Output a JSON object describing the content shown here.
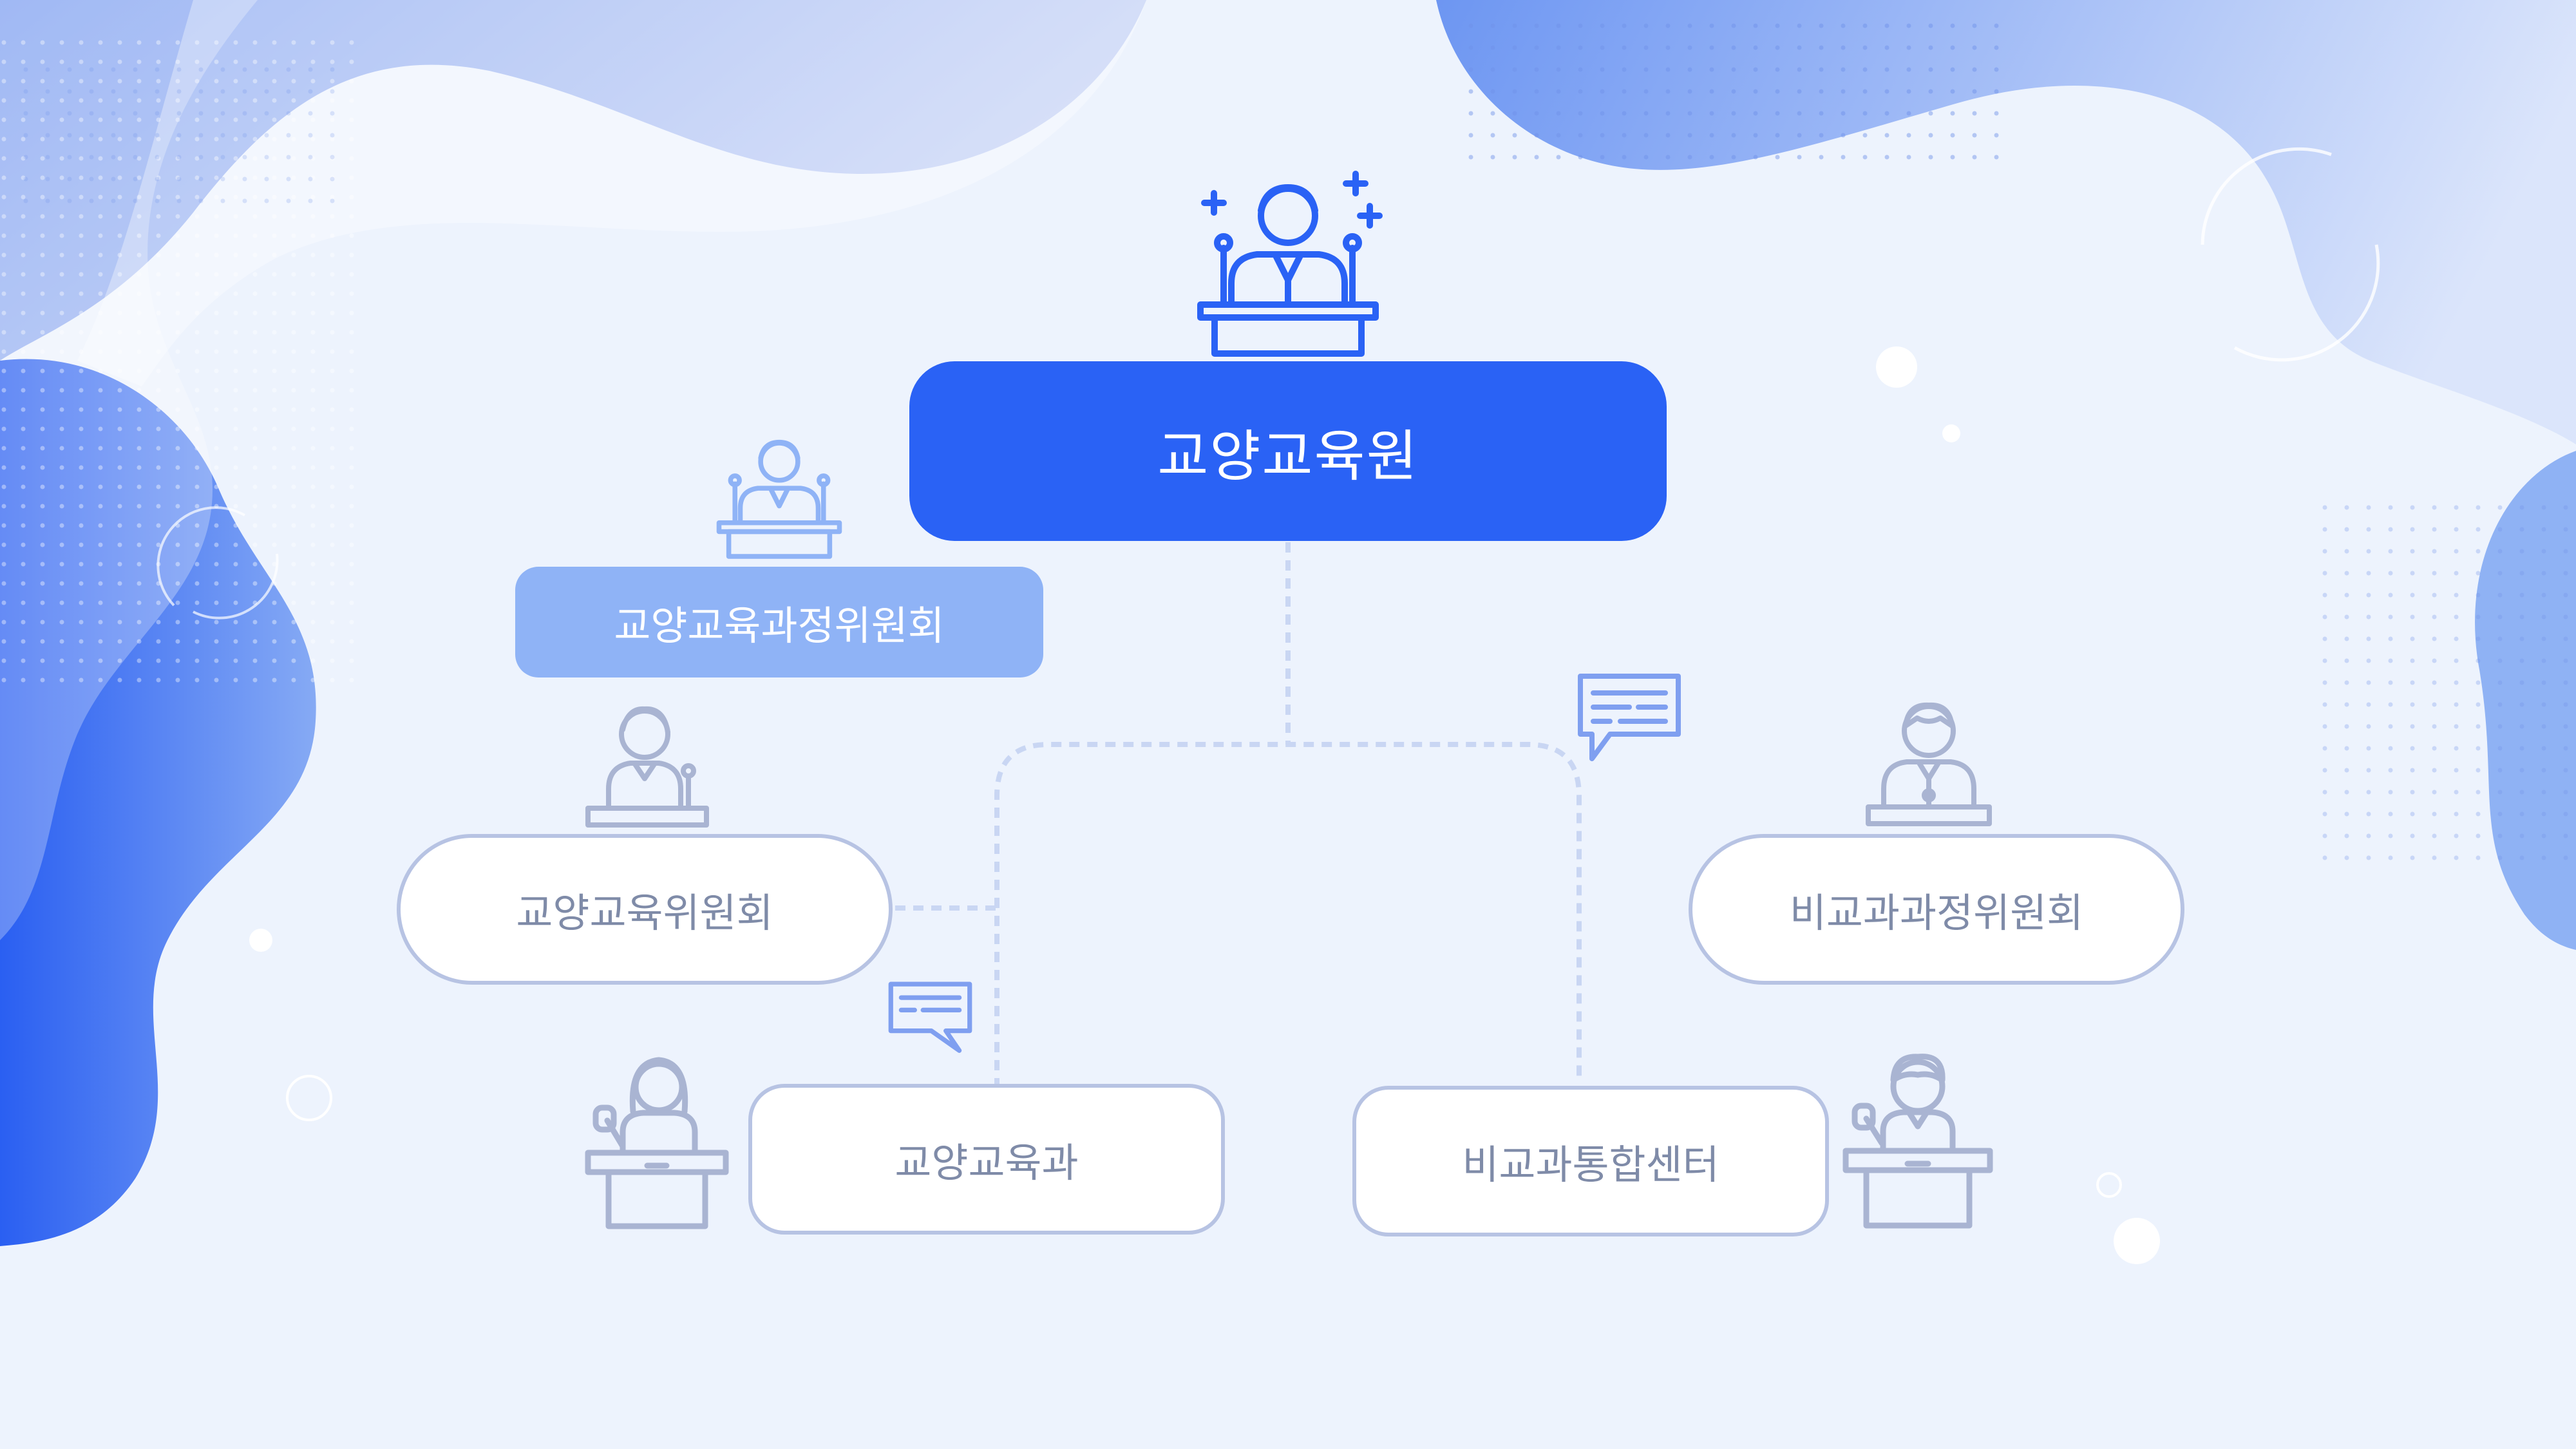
{
  "colors": {
    "background": "#edf3fd",
    "primary": "#2a62f5",
    "secondary": "#8fb3f6",
    "pill_border": "#b7c3e3",
    "pill_text": "#7f8ba8",
    "connector": "#c9d6f3"
  },
  "org": {
    "root": {
      "label": "교양교육원"
    },
    "sub_committee": {
      "label": "교양교육과정위원회"
    },
    "liberal_committee": {
      "label": "교양교육위원회"
    },
    "comparative_committee": {
      "label": "비교과과정위원회"
    },
    "liberal_department": {
      "label": "교양교육과"
    },
    "comparative_center": {
      "label": "비교과통합센터"
    }
  },
  "icons": {
    "root": "speaker-at-podium-icon",
    "sub_committee": "speaker-at-podium-icon",
    "liberal_committee": "woman-at-podium-icon",
    "comparative_committee": "man-at-podium-icon",
    "liberal_department": "woman-at-podium-icon",
    "comparative_center": "man-at-podium-icon",
    "chat_right": "chat-bubble-icon",
    "chat_left": "chat-bubble-icon"
  }
}
